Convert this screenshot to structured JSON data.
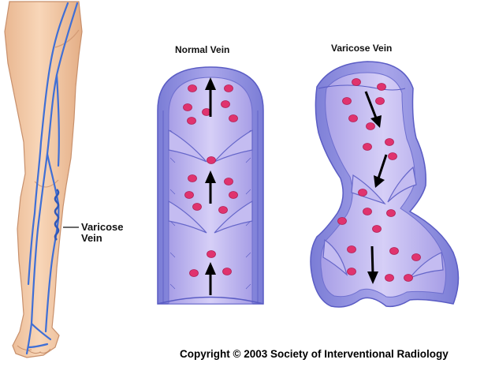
{
  "labels": {
    "normal_vein": "Normal Vein",
    "varicose_vein": "Varicose Vein",
    "leg_callout_line1": "Varicose",
    "leg_callout_line2": "Vein",
    "copyright": "Copyright © 2003 Society of Interventional Radiology"
  },
  "colors": {
    "skin": "#f6cfae",
    "skin_shadow": "#e6b48f",
    "vein_line": "#3f6fd6",
    "vessel_wall": "#8e8fe0",
    "vessel_lumen": "#b9b3ec",
    "vessel_inner": "#cfc8f4",
    "blood_cell": "#e0336e",
    "arrow": "#000000"
  },
  "icons": [
    "leg-illustration",
    "normal-vein-illustration",
    "varicose-vein-illustration",
    "blood-flow-arrow-icon",
    "blood-cell-icon"
  ]
}
